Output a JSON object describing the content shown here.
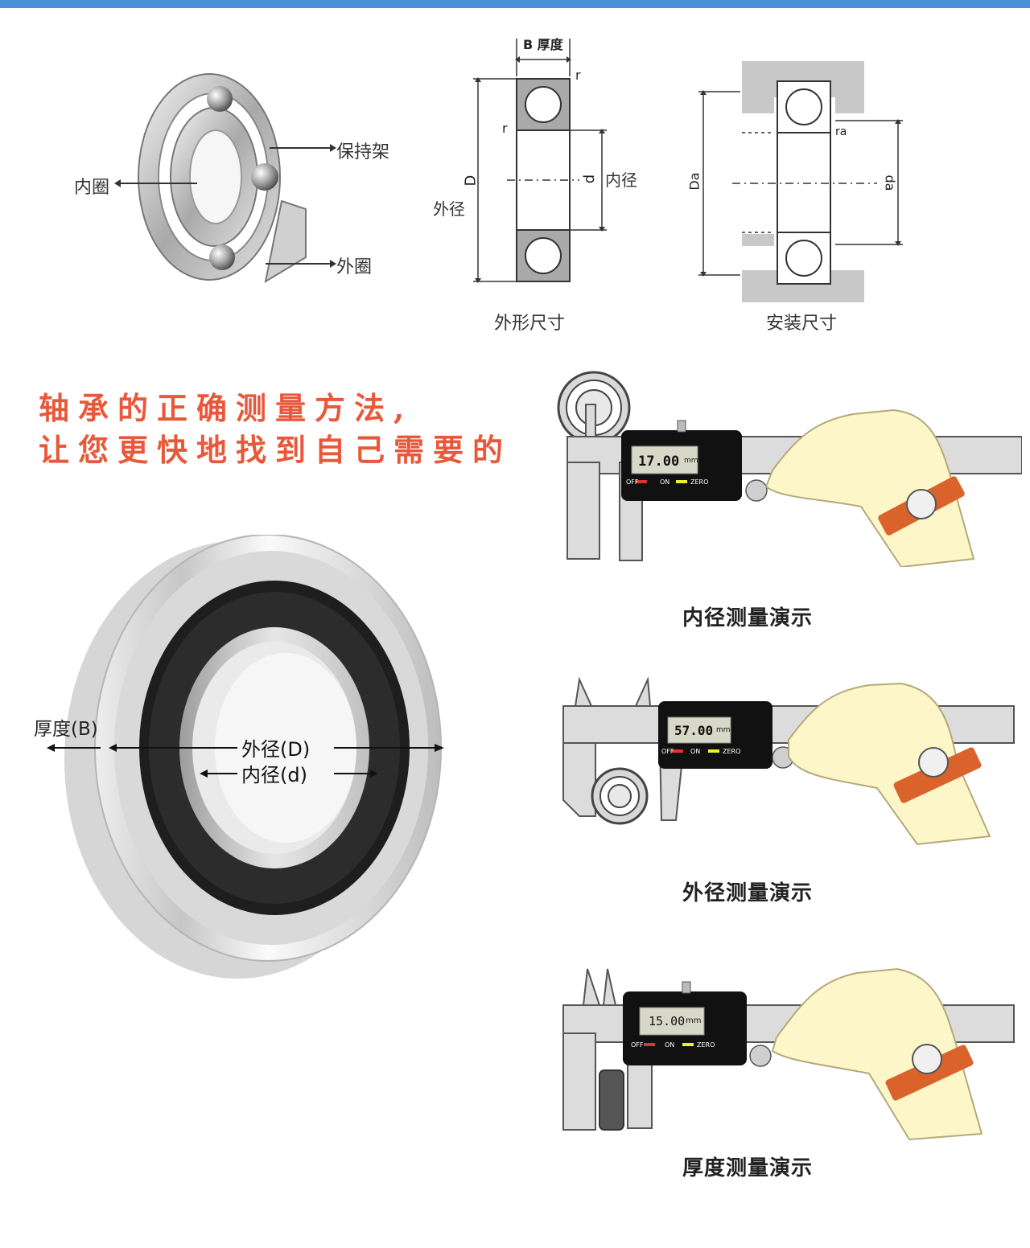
{
  "colors": {
    "accent_bar": "#4a90d9",
    "headline": "#e8583a",
    "caliper_body": "#dcdcdc",
    "display": "#111111",
    "hand": "#fdf6c9",
    "watch_strap": "#d9632a"
  },
  "bearing_diagram": {
    "labels": {
      "cage": "保持架",
      "inner_ring": "内圈",
      "outer_ring": "外圈"
    }
  },
  "outline_dims": {
    "caption": "外形尺寸",
    "width_label": "B 厚度",
    "r_label": "r",
    "D_label": "D",
    "outer_label": "外径",
    "d_label": "d",
    "inner_label": "内径"
  },
  "mount_dims": {
    "caption": "安装尺寸",
    "Da_label": "Da",
    "da_label": "da",
    "ra_label": "ra"
  },
  "headline": {
    "line1": "轴承的正确测量方法,",
    "line2": "让您更快地找到自己需要的"
  },
  "big_bearing": {
    "thickness_label": "厚度(B)",
    "outer_label": "外径(D)",
    "inner_label": "内径(d)"
  },
  "demos": [
    {
      "reading": "17.00",
      "unit": "mm",
      "caption": "内径测量演示"
    },
    {
      "reading": "57.00",
      "unit": "mm",
      "caption": "外径测量演示"
    },
    {
      "reading": "15.00",
      "unit": "mm",
      "caption": "厚度测量演示"
    }
  ],
  "caliper_buttons": {
    "off": "OFF",
    "on": "ON",
    "zero": "ZERO"
  }
}
